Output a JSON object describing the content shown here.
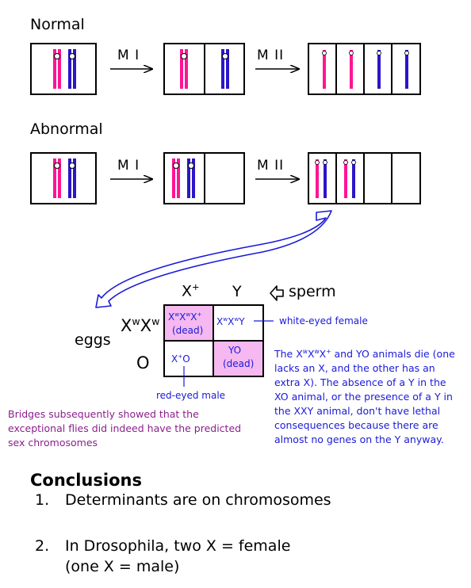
{
  "sections": {
    "normal": "Normal",
    "abnormal": "Abnormal"
  },
  "meiosis": {
    "mi": "M I",
    "mii": "M II"
  },
  "punnett": {
    "sperm_label": "sperm",
    "sperm_col1": "X+",
    "sperm_col2": "Y",
    "eggs_label": "eggs",
    "egg_row1": "XwXw",
    "egg_row2": "O",
    "cells": {
      "r1c1_geno": "XwXwX+",
      "r1c1_status": "(dead)",
      "r1c2_geno": "XwXwY",
      "r2c1_geno": "X+O",
      "r2c2_geno": "YO",
      "r2c2_status": "(dead)"
    }
  },
  "annotations": {
    "white_eyed_female": "white-eyed female",
    "red_eyed_male": "red-eyed male",
    "lethality_note": [
      "The XwXwX+ and YO animals die (one",
      "lacks an X, and the other has an",
      "extra X). The absence of a Y in the",
      "XO animal, or the presence of a Y in",
      "the XXY animal, don't have lethal",
      "consequences because there are",
      "almost no genes on the Y anyway."
    ],
    "bridges_note": [
      "Bridges subsequently showed that the",
      "exceptional flies did indeed have the predicted",
      "sex chromosomes"
    ]
  },
  "conclusions": {
    "title": "Conclusions",
    "items": [
      {
        "number": "1.",
        "text": "Determinants are on chromosomes"
      },
      {
        "number": "2.",
        "text": "In Drosophila, two X = female"
      }
    ],
    "item2_cont": "(one X = male)"
  },
  "colors": {
    "x_chromosome": "#ff1493",
    "y_chromosome": "#2b16c8",
    "lethal_cell_fill": "#f5b8f0",
    "annotation_blue": "#1a1ad8",
    "note_purple": "#8b1f8b"
  }
}
